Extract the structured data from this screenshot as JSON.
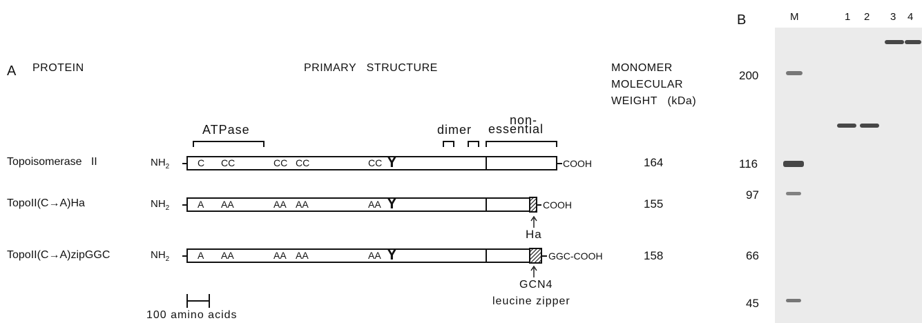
{
  "panel_a": {
    "label": "A",
    "col_protein": "PROTEIN",
    "col_structure": "PRIMARY   STRUCTURE",
    "col_mw": [
      "MONOMER",
      "MOLECULAR",
      "WEIGHT   (kDa)"
    ],
    "domain_atpase": "ATPase",
    "domain_dimer": "dimer",
    "domain_nonessential_1": "non-",
    "domain_nonessential_2": "essential",
    "nh2": "NH",
    "nh2_sub": "2",
    "proteins": [
      {
        "name": "Topoisomerase   II",
        "residues": [
          "C",
          "CC",
          "CC",
          "CC",
          "CC"
        ],
        "tyr": "Y",
        "cterm": "COOH",
        "mw": "164"
      },
      {
        "name": "TopoII(C→A)Ha",
        "residues": [
          "A",
          "AA",
          "AA",
          "AA",
          "AA"
        ],
        "tyr": "Y",
        "cterm": "COOH",
        "tag": "Ha",
        "mw": "155"
      },
      {
        "name": "TopoII(C→A)zipGGC",
        "residues": [
          "A",
          "AA",
          "AA",
          "AA",
          "AA"
        ],
        "tyr": "Y",
        "cterm": "GGC-COOH",
        "tag_1": "GCN4",
        "tag_2": "leucine zipper",
        "mw": "158"
      }
    ],
    "scale_label": "100 amino acids"
  },
  "panel_b": {
    "label": "B",
    "lanes": [
      "M",
      "1",
      "2",
      "3",
      "4"
    ],
    "markers": [
      "200",
      "116",
      "97",
      "66",
      "45"
    ]
  }
}
